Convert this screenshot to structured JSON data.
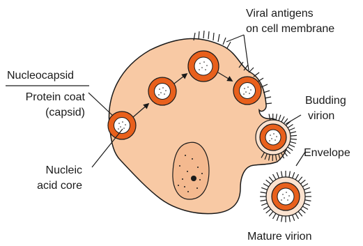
{
  "labels": {
    "nucleocapsid": "Nucleocapsid",
    "protein_coat_line1": "Protein coat",
    "protein_coat_line2": "(capsid)",
    "nucleic_line1": "Nucleic",
    "nucleic_line2": "acid core",
    "viral_antigens_line1": "Viral antigens",
    "viral_antigens_line2": "on cell membrane",
    "budding_line1": "Budding",
    "budding_line2": "virion",
    "envelope": "Envelope",
    "mature_virion": "Mature virion"
  },
  "colors": {
    "cytoplasm": "#f8c9a4",
    "capsid": "#e8601c",
    "outline": "#1a1a1a",
    "nucleus": "#f4b98f"
  }
}
